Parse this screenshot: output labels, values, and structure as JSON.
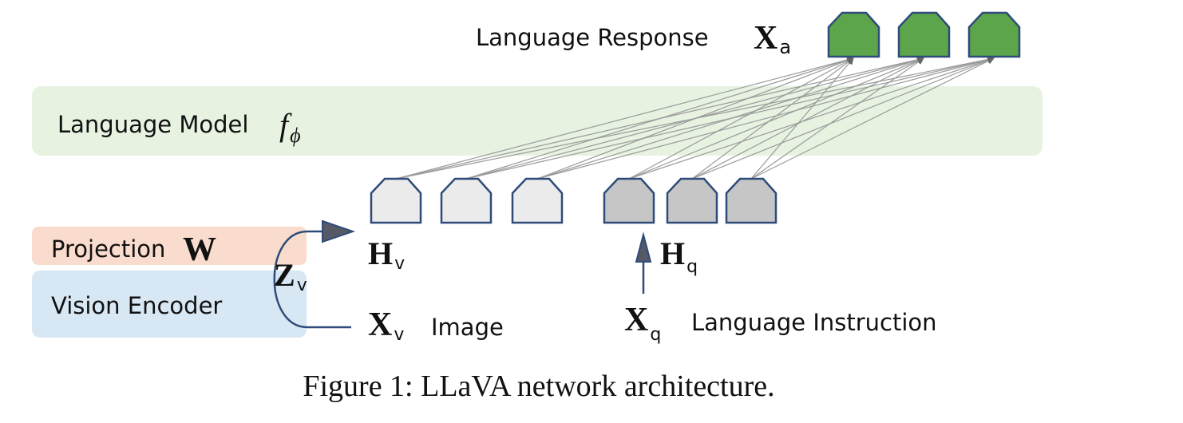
{
  "labels": {
    "language_response": "Language Response",
    "language_model": "Language Model",
    "projection": "Projection",
    "vision_encoder": "Vision Encoder",
    "image": "Image",
    "language_instruction": "Language Instruction"
  },
  "symbols": {
    "xa_base": "X",
    "xa_sub": "a",
    "f_base": "f",
    "f_sub": "ϕ",
    "w": "W",
    "zv_base": "Z",
    "zv_sub": "v",
    "hv_base": "H",
    "hv_sub": "v",
    "hq_base": "H",
    "hq_sub": "q",
    "xv_base": "X",
    "xv_sub": "v",
    "xq_base": "X",
    "xq_sub": "q"
  },
  "caption": "Figure 1: LLaVA network architecture.",
  "colors": {
    "language_model_band": "#e7f2e1",
    "projection_band": "#f9dccd",
    "vision_encoder_band": "#d8e7f4",
    "output_token": "#5da54a",
    "visual_token": "#ebebeb",
    "instruction_token": "#c6c6c6",
    "outline": "#2e4b7a",
    "arrow": "#555a66"
  }
}
